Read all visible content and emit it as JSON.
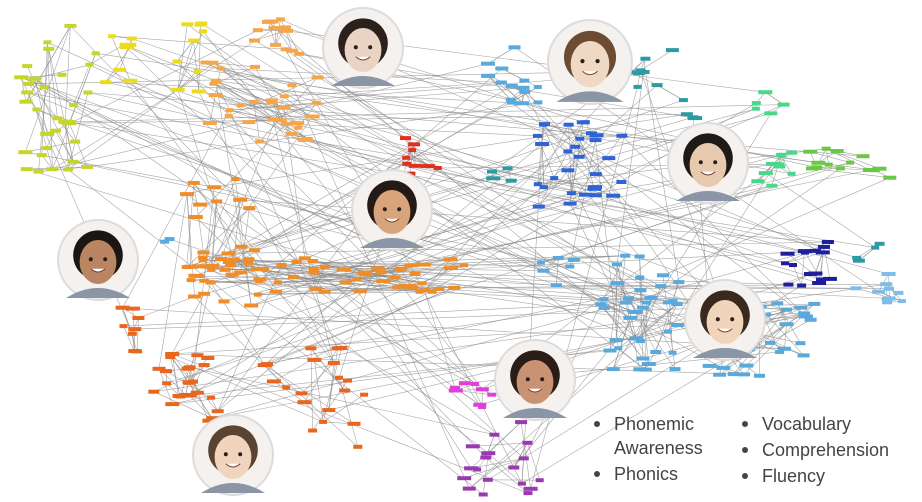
{
  "diagram": {
    "background": "#ffffff",
    "edge_color": "#8a8a8a",
    "cluster_colors": {
      "yellow_green": "#c5d52a",
      "yellow": "#ecdc1e",
      "light_orange": "#f6a548",
      "orange": "#f08d28",
      "dark_orange": "#e8661d",
      "red": "#e2301f",
      "light_blue": "#5aa9dc",
      "teal": "#2e9aa3",
      "blue": "#2f63d6",
      "navy": "#1d1f9c",
      "mint": "#49d78b",
      "green": "#6bc843",
      "sky": "#7dbde8",
      "magenta": "#e040d8",
      "purple": "#9b3ab0"
    },
    "photo_icons": [
      "girl-photo",
      "girl-photo",
      "girl-headphones-photo",
      "boy-photo",
      "boy-photo",
      "girl-photo",
      "boy-photo",
      "boy-photo"
    ]
  },
  "legend": {
    "col1": [
      "Phonemic Awareness",
      "Phonics"
    ],
    "col2": [
      "Vocabulary",
      "Comprehension",
      "Fluency"
    ]
  }
}
